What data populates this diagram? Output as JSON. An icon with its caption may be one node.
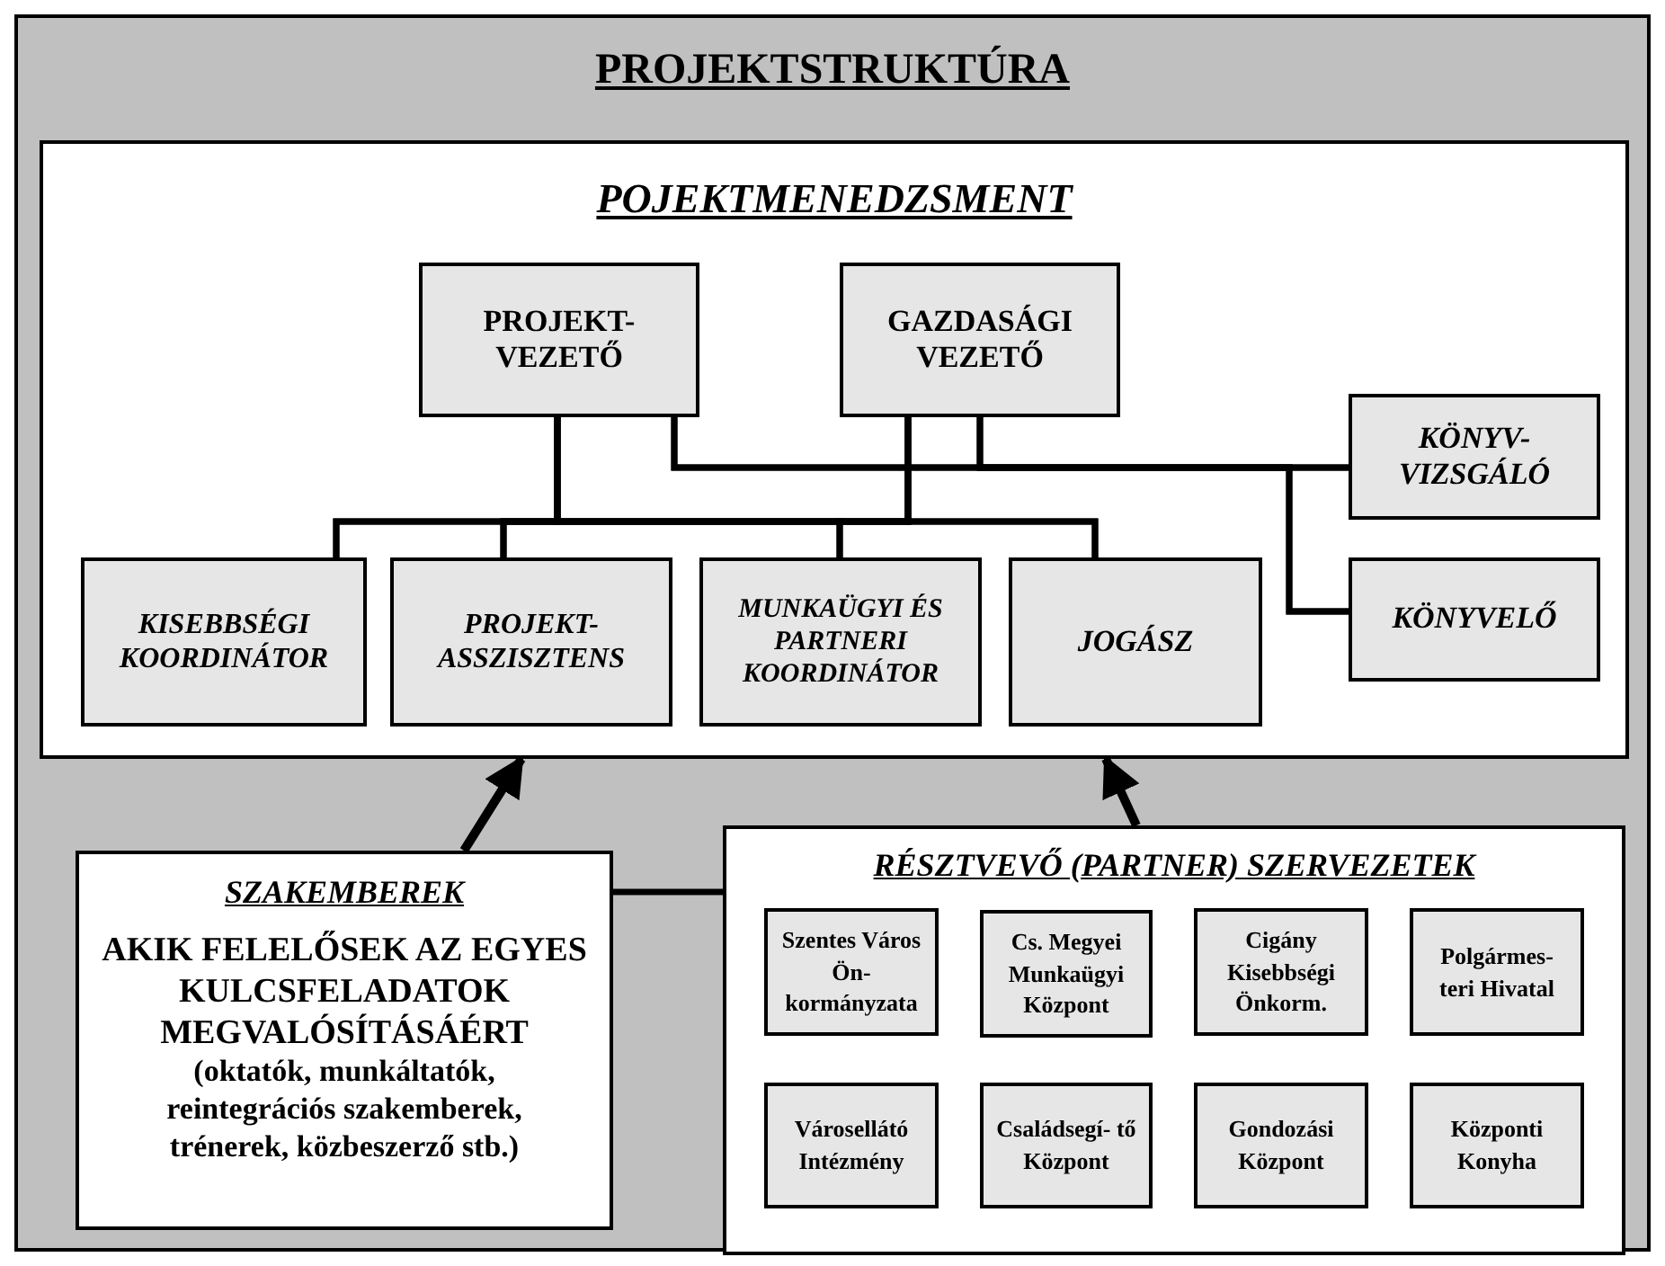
{
  "diagram": {
    "nodes": [
      {
        "text": [
          "PROJEKTSTRUKTÚRA"
        ]
      },
      {
        "text": [
          "POJEKTMENEDZSMENT"
        ],
        "in": 0
      },
      {
        "text": [
          "PROJEKT- VEZETŐ"
        ],
        "in": 1
      },
      {
        "text": [
          "GAZDASÁGI VEZETŐ"
        ],
        "in": 1
      },
      {
        "text": [
          "KÖNYV- VIZSGÁLÓ"
        ],
        "in": 1
      },
      {
        "text": [
          "KISEBBSÉGI KOORDINÁTOR"
        ],
        "in": 1
      },
      {
        "text": [
          "PROJEKT- ASSZISZTENS"
        ],
        "in": 1
      },
      {
        "text": [
          "MUNKAÜGYI ÉS PARTNERI KOORDINÁTOR"
        ],
        "in": 1
      },
      {
        "text": [
          "JOGÁSZ"
        ],
        "in": 1
      },
      {
        "text": [
          "KÖNYVELŐ"
        ],
        "in": 1
      },
      {
        "text": [
          "SZAKEMBEREK",
          "AKIK FELELŐSEK AZ EGYES KULCSFELADATOK MEGVALÓSÍTÁSÁÉRT",
          "(oktatók, munkáltatók, reintegrációs szakemberek, trénerek, közbeszerző stb.)"
        ],
        "in": 0
      },
      {
        "text": [
          "RÉSZTVEVŐ (PARTNER) SZERVEZETEK"
        ],
        "in": 0
      },
      {
        "text": [
          "Szentes Város Ön- kormányzata"
        ],
        "in": 11
      },
      {
        "text": [
          "Cs. Megyei Munkaügyi Központ"
        ],
        "in": 11
      },
      {
        "text": [
          "Cigány Kisebbségi Önkorm."
        ],
        "in": 11
      },
      {
        "text": [
          "Polgármes- teri Hivatal"
        ],
        "in": 11
      },
      {
        "text": [
          "Városellátó Intézmény"
        ],
        "in": 11
      },
      {
        "text": [
          "Családsegí- tő Központ"
        ],
        "in": 11
      },
      {
        "text": [
          "Gondozási Központ"
        ],
        "in": 11
      },
      {
        "text": [
          "Központi Konyha"
        ],
        "in": 11
      }
    ],
    "edges": [
      {
        "from": 2,
        "to": 5,
        "arrow": "none"
      },
      {
        "from": 2,
        "to": 6,
        "arrow": "none"
      },
      {
        "from": 2,
        "to": 7,
        "arrow": "none"
      },
      {
        "from": 2,
        "to": 8,
        "arrow": "none"
      },
      {
        "from": 3,
        "to": 5,
        "arrow": "none"
      },
      {
        "from": 3,
        "to": 6,
        "arrow": "none"
      },
      {
        "from": 3,
        "to": 7,
        "arrow": "none"
      },
      {
        "from": 3,
        "to": 8,
        "arrow": "none"
      },
      {
        "from": 2,
        "to": 4,
        "arrow": "none"
      },
      {
        "from": 2,
        "to": 9,
        "arrow": "none"
      },
      {
        "from": 3,
        "to": 4,
        "arrow": "none"
      },
      {
        "from": 3,
        "to": 9,
        "arrow": "none"
      },
      {
        "from": 10,
        "to": 1,
        "arrow": "to"
      },
      {
        "from": 11,
        "to": 1,
        "arrow": "to"
      },
      {
        "from": 10,
        "to": 11,
        "arrow": "none"
      }
    ]
  }
}
